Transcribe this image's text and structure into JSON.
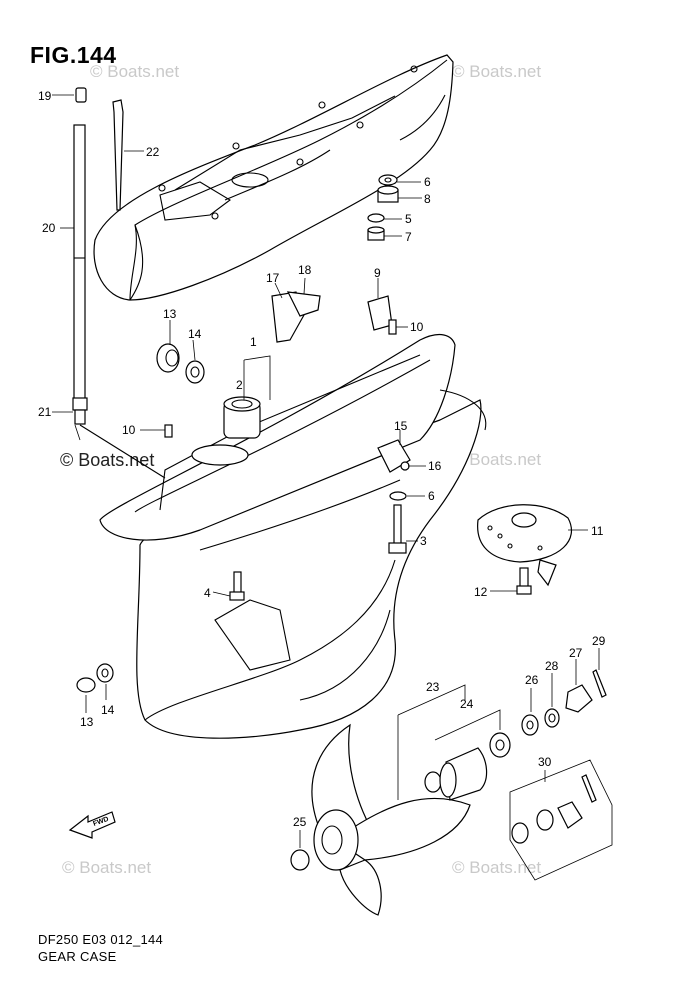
{
  "figure": {
    "title": "FIG.144",
    "model_code": "DF250 E03 012_144",
    "caption": "GEAR CASE",
    "watermark": "© Boats.net",
    "fwd_label": "FWD"
  },
  "callouts": [
    "1",
    "2",
    "3",
    "4",
    "5",
    "6",
    "6",
    "7",
    "8",
    "9",
    "10",
    "10",
    "11",
    "12",
    "13",
    "13",
    "14",
    "14",
    "15",
    "16",
    "17",
    "18",
    "19",
    "20",
    "21",
    "22",
    "23",
    "24",
    "25",
    "26",
    "27",
    "28",
    "29",
    "30"
  ]
}
